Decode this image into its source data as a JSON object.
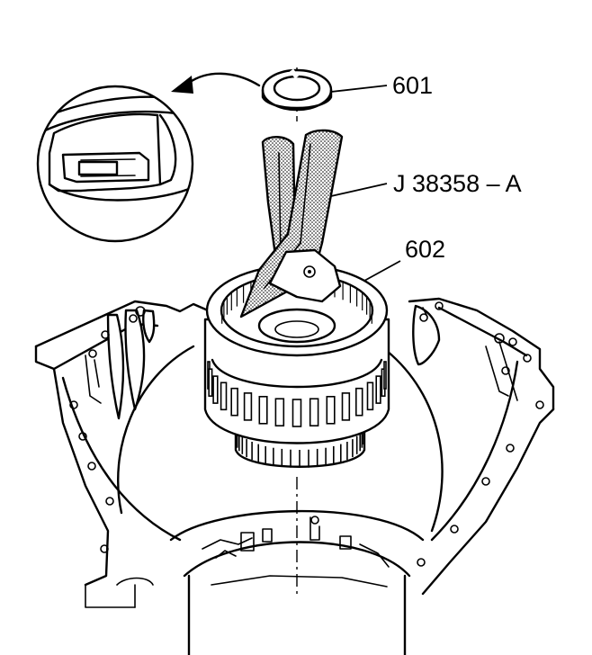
{
  "labels": {
    "part_601": "601",
    "tool": "J 38358 – A",
    "part_602": "602"
  },
  "colors": {
    "line": "#000000",
    "background": "#ffffff",
    "tool_fill": "#d0d0d0"
  }
}
